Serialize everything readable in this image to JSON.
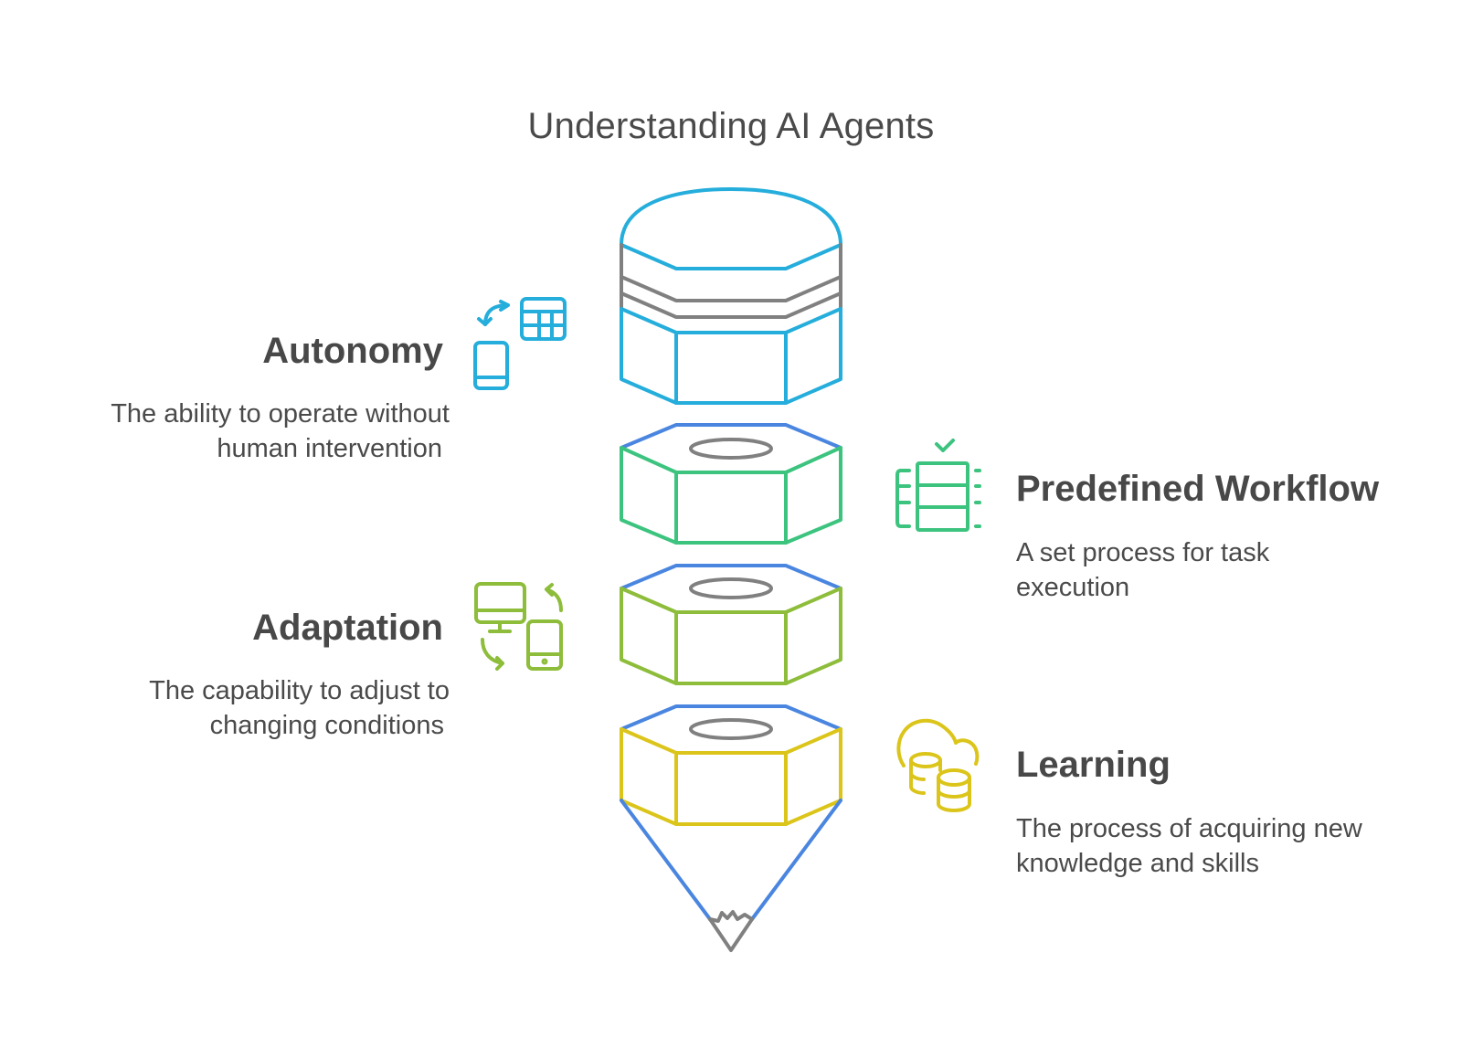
{
  "title": "Understanding AI Agents",
  "colors": {
    "autonomy": "#25ADDB",
    "workflow": "#3CC47F",
    "adaptation": "#8DBD3A",
    "learning": "#DCC51A",
    "top_edge": "#4A86E0",
    "neutral": "#808080",
    "text": "#4a4a4a"
  },
  "items": [
    {
      "key": "autonomy",
      "heading": "Autonomy",
      "description_lines": [
        "The ability to operate without",
        "human intervention"
      ],
      "icon": "device-sync-table-icon",
      "side": "left"
    },
    {
      "key": "workflow",
      "heading": "Predefined Workflow",
      "description_lines": [
        "A set process for task",
        "execution"
      ],
      "icon": "checked-stack-workflow-icon",
      "side": "right"
    },
    {
      "key": "adaptation",
      "heading": "Adaptation",
      "description_lines": [
        "The capability to adjust to",
        "changing conditions"
      ],
      "icon": "monitor-phone-sync-icon",
      "side": "left"
    },
    {
      "key": "learning",
      "heading": "Learning",
      "description_lines": [
        "The process of acquiring new",
        "knowledge and skills"
      ],
      "icon": "cloud-database-icon",
      "side": "right"
    }
  ]
}
